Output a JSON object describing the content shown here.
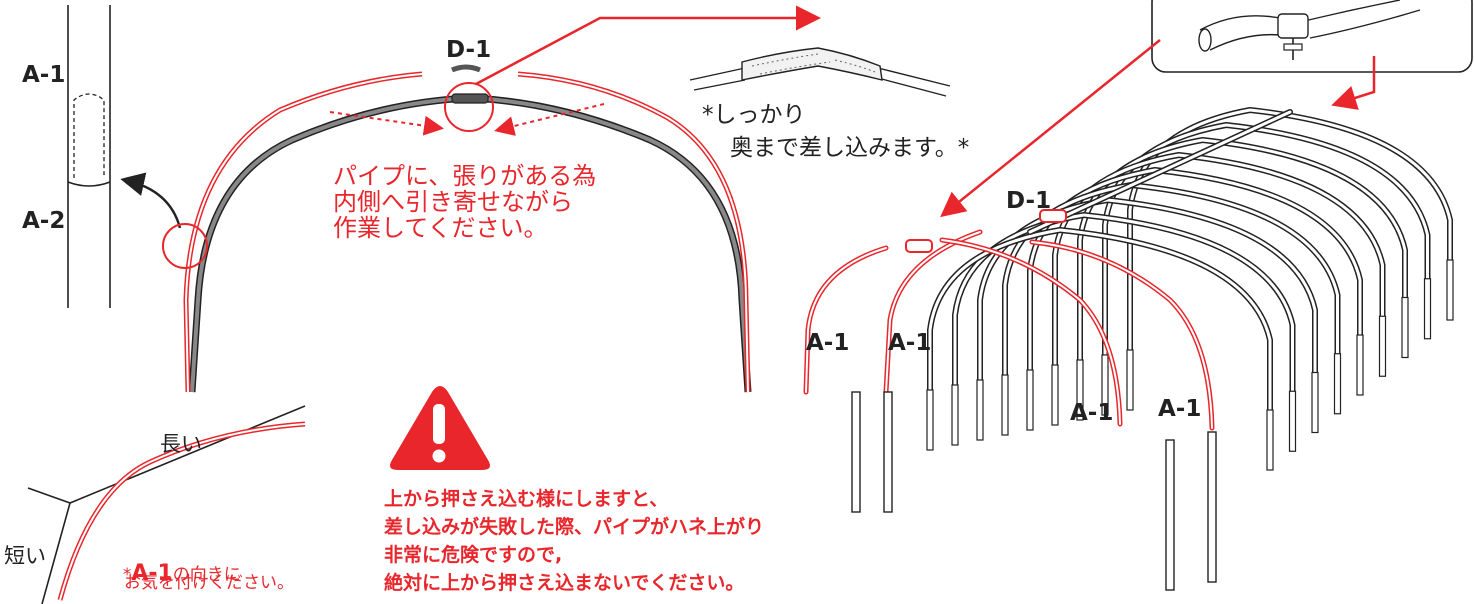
{
  "labels": {
    "a1_top": "A-1",
    "a2": "A-2",
    "d1_center": "D-1",
    "d1_right": "D-1",
    "a1_r1": "A-1",
    "a1_r2": "A-1",
    "a1_r3": "A-1",
    "a1_r4": "A-1",
    "nagai": "長い",
    "mijikai": "短い"
  },
  "notes": {
    "shikkari_1": "*しっかり",
    "shikkari_2": "奥まで差し込みます。*",
    "pipe_1": "パイプに、張りがある為",
    "pipe_2": "内側へ引き寄せながら",
    "pipe_3": "作業してください。",
    "orient_prefix": "*",
    "orient_a1": "A-1",
    "orient_1": "の向きに",
    "orient_2": "お気を付けください。"
  },
  "warning": {
    "line1": "上から押さえ込む様にしますと、",
    "line2": "差し込みが失敗した際、パイプがハネ上がり",
    "line3": "非常に危険ですので,",
    "line4": "絶対に上から押さえ込まないでください。"
  },
  "colors": {
    "accent": "#e8262b",
    "line": "#222222",
    "connector_fill": "#555555"
  },
  "icons": {
    "warning": "warning-icon",
    "arrow": "arrow-icon"
  }
}
